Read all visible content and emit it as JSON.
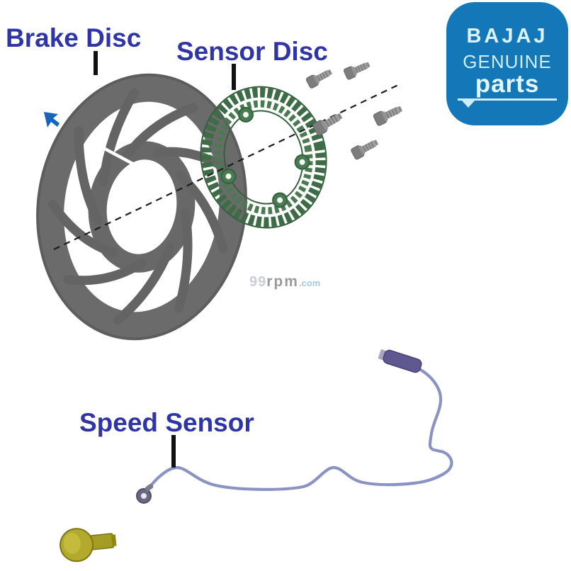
{
  "page": {
    "background_color": "#ffffff"
  },
  "labels": {
    "brake_disc": "Brake Disc",
    "sensor_disc": "Sensor Disc",
    "speed_sensor": "Speed Sensor"
  },
  "watermark": {
    "part1": "99",
    "part2": "rpm",
    "part3": ".com"
  },
  "badge": {
    "brand": "BAJAJ",
    "subtitle": "GENUINE",
    "word": "parts",
    "bg_color": "#1478b8",
    "text_color": "#daf2fc"
  },
  "colors": {
    "label_blue": "#3035a6",
    "brake_disc_gray": "#6b6b6b",
    "sensor_disc_green": "#3e6c47",
    "cable_blue": "#8b92c4",
    "bolt_gray": "#8f8f8f",
    "mount_bolt_yellow": "#b2a92d",
    "connector_purple": "#5e5890"
  }
}
